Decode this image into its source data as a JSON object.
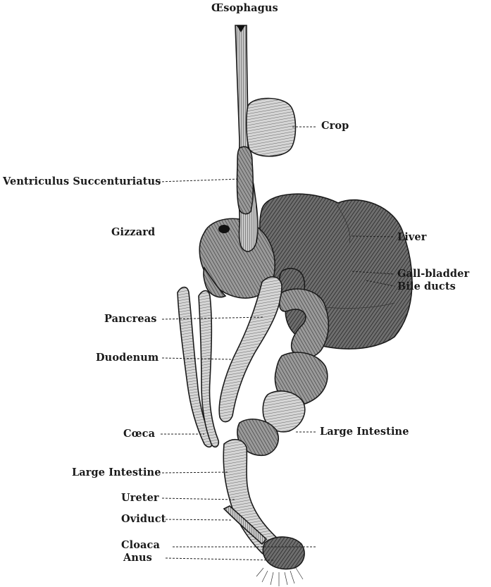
{
  "labels": {
    "esophagus": "Œsophagus",
    "crop": "Crop",
    "ventriculus": "Ventriculus Succenturiatus",
    "gizzard": "Gizzard",
    "liver": "Liver",
    "gall_bladder": "Gall-bladder",
    "bile_ducts": "Bile ducts",
    "pancreas": "Pancreas",
    "duodenum": "Duodenum",
    "large_intestine_right": "Large Intestine",
    "ceca": "Cœca",
    "large_intestine_left": "Large Intestine",
    "ureter": "Ureter",
    "oviduct": "Oviduct",
    "cloaca": "Cloaca",
    "anus": "Anus"
  },
  "colors": {
    "ink": "#1a1a1a",
    "background": "#ffffff",
    "organ_shade": "#5a5a5a",
    "organ_light": "#bdbdbd"
  }
}
